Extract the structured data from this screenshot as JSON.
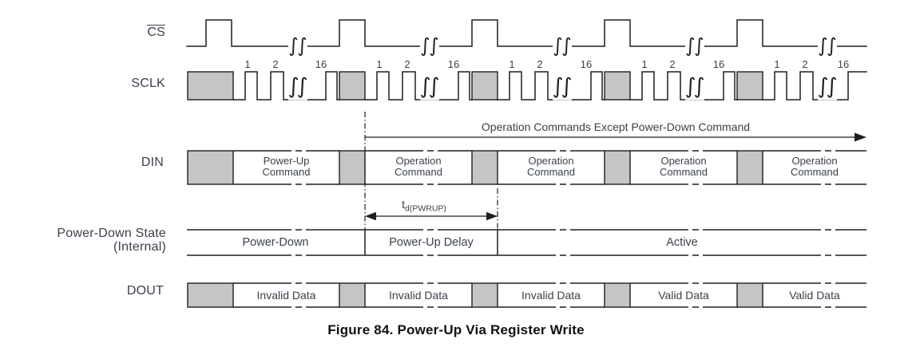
{
  "figure_caption": "Figure 84.  Power-Up Via Register Write",
  "colors": {
    "line": "#1f1f1f",
    "gray_fill": "#c5c5c5",
    "text": "#3a414c",
    "caption_text": "#111111",
    "background": "#ffffff"
  },
  "rows": {
    "cs": {
      "label": "CS"
    },
    "sclk": {
      "label": "SCLK",
      "frame_count": 5,
      "clock_numbers": [
        "1",
        "2",
        "16"
      ]
    },
    "din": {
      "label": "DIN",
      "segments": [
        {
          "line1": "Power-Up",
          "line2": "Command"
        },
        {
          "line1": "Operation",
          "line2": "Command"
        },
        {
          "line1": "Operation",
          "line2": "Command"
        },
        {
          "line1": "Operation",
          "line2": "Command"
        },
        {
          "line1": "Operation",
          "line2": "Command"
        }
      ]
    },
    "state": {
      "label_line1": "Power-Down State",
      "label_line2": "(Internal)",
      "segments": [
        "Power-Down",
        "Power-Up Delay",
        "Active"
      ]
    },
    "dout": {
      "label": "DOUT",
      "segments": [
        "Invalid Data",
        "Invalid Data",
        "Invalid Data",
        "Valid Data",
        "Valid Data"
      ]
    }
  },
  "annotations": {
    "operation_commands_arrow_label": "Operation Commands Except Power-Down Command",
    "powerup_delay_label": {
      "base": "t",
      "sub": "d(PWRUP)"
    },
    "time_break_glyph": "∫"
  }
}
